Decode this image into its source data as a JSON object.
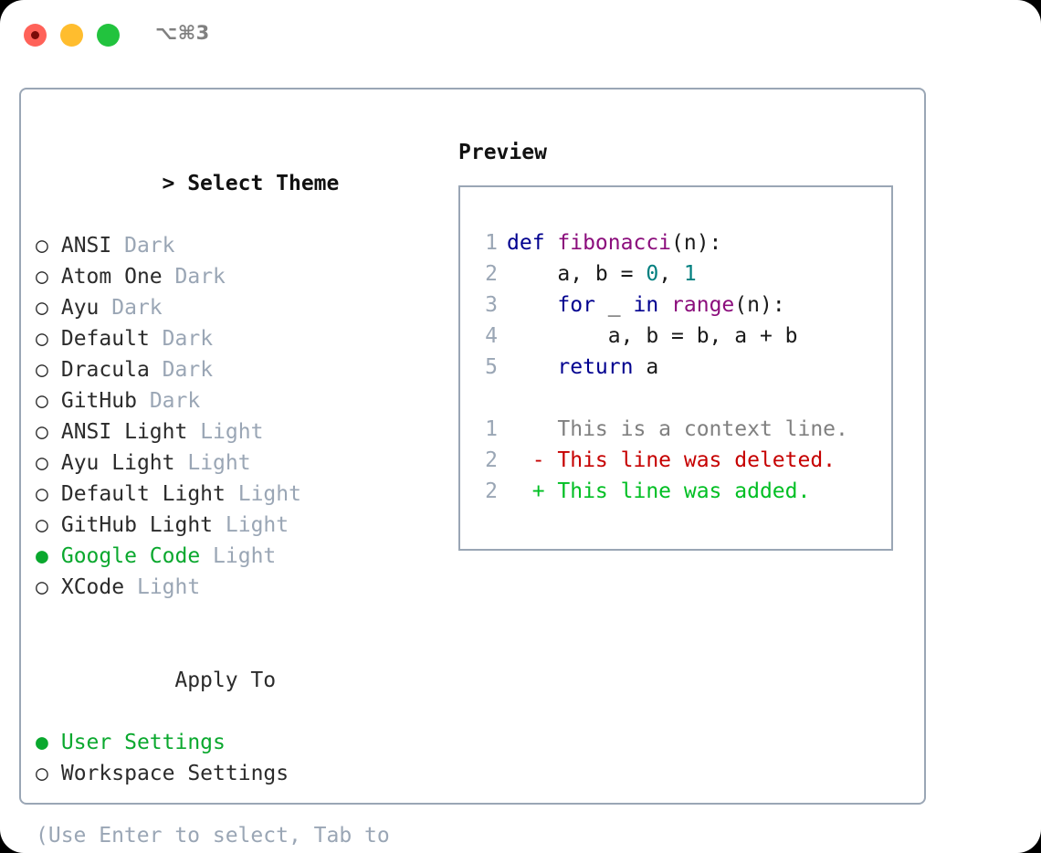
{
  "titlebar": {
    "shortcut": "⌥⌘3",
    "buttons": {
      "close": "close-button",
      "minimize": "minimize-button",
      "maximize": "maximize-button"
    }
  },
  "colors": {
    "accent_green": "#0aa82e",
    "muted": "#9aa6b5",
    "border": "#9aa6b5",
    "keyword": "#00008f",
    "function": "#8b0d7c",
    "number": "#007f7f",
    "diff_context": "#808080",
    "diff_deleted": "#c60000",
    "diff_added": "#00bf23",
    "traffic_red": "#ff6259",
    "traffic_yellow": "#ffbd2e",
    "traffic_green": "#22c33e"
  },
  "theme_list": {
    "caret": ">",
    "header": "Select Theme",
    "marker_selected": "●",
    "marker_unselected": "○",
    "items": [
      {
        "name": "ANSI",
        "variant": "Dark",
        "selected": false
      },
      {
        "name": "Atom One",
        "variant": "Dark",
        "selected": false
      },
      {
        "name": "Ayu",
        "variant": "Dark",
        "selected": false
      },
      {
        "name": "Default",
        "variant": "Dark",
        "selected": false
      },
      {
        "name": "Dracula",
        "variant": "Dark",
        "selected": false
      },
      {
        "name": "GitHub",
        "variant": "Dark",
        "selected": false
      },
      {
        "name": "ANSI Light",
        "variant": "Light",
        "selected": false
      },
      {
        "name": "Ayu Light",
        "variant": "Light",
        "selected": false
      },
      {
        "name": "Default Light",
        "variant": "Light",
        "selected": false
      },
      {
        "name": "GitHub Light",
        "variant": "Light",
        "selected": false
      },
      {
        "name": "Google Code",
        "variant": "Light",
        "selected": true
      },
      {
        "name": "XCode",
        "variant": "Light",
        "selected": false
      }
    ]
  },
  "apply_to": {
    "title": "Apply To",
    "items": [
      {
        "name": "User Settings",
        "selected": true
      },
      {
        "name": "Workspace Settings",
        "selected": false
      }
    ]
  },
  "hint": "(Use Enter to select, Tab to change focus)",
  "preview": {
    "title": "Preview",
    "code_lines": [
      {
        "number": "1",
        "tokens": [
          {
            "text": "def ",
            "type": "kw"
          },
          {
            "text": "fibonacci",
            "type": "fn"
          },
          {
            "text": "(n):",
            "type": "pl"
          }
        ]
      },
      {
        "number": "2",
        "tokens": [
          {
            "text": "    a, b = ",
            "type": "pl"
          },
          {
            "text": "0",
            "type": "num"
          },
          {
            "text": ", ",
            "type": "pl"
          },
          {
            "text": "1",
            "type": "num"
          }
        ]
      },
      {
        "number": "3",
        "tokens": [
          {
            "text": "    ",
            "type": "pl"
          },
          {
            "text": "for",
            "type": "kw"
          },
          {
            "text": " _ ",
            "type": "pl"
          },
          {
            "text": "in",
            "type": "kw"
          },
          {
            "text": " ",
            "type": "pl"
          },
          {
            "text": "range",
            "type": "fn"
          },
          {
            "text": "(n):",
            "type": "pl"
          }
        ]
      },
      {
        "number": "4",
        "tokens": [
          {
            "text": "        a, b = b, a + b",
            "type": "pl"
          }
        ]
      },
      {
        "number": "5",
        "tokens": [
          {
            "text": "    ",
            "type": "pl"
          },
          {
            "text": "return",
            "type": "kw"
          },
          {
            "text": " a",
            "type": "pl"
          }
        ]
      }
    ],
    "diff_lines": [
      {
        "number": "1",
        "sign": " ",
        "text": "This is a context line.",
        "type": "ctx"
      },
      {
        "number": "2",
        "sign": "-",
        "text": "This line was deleted.",
        "type": "del"
      },
      {
        "number": "2",
        "sign": "+",
        "text": "This line was added.",
        "type": "add"
      }
    ]
  }
}
